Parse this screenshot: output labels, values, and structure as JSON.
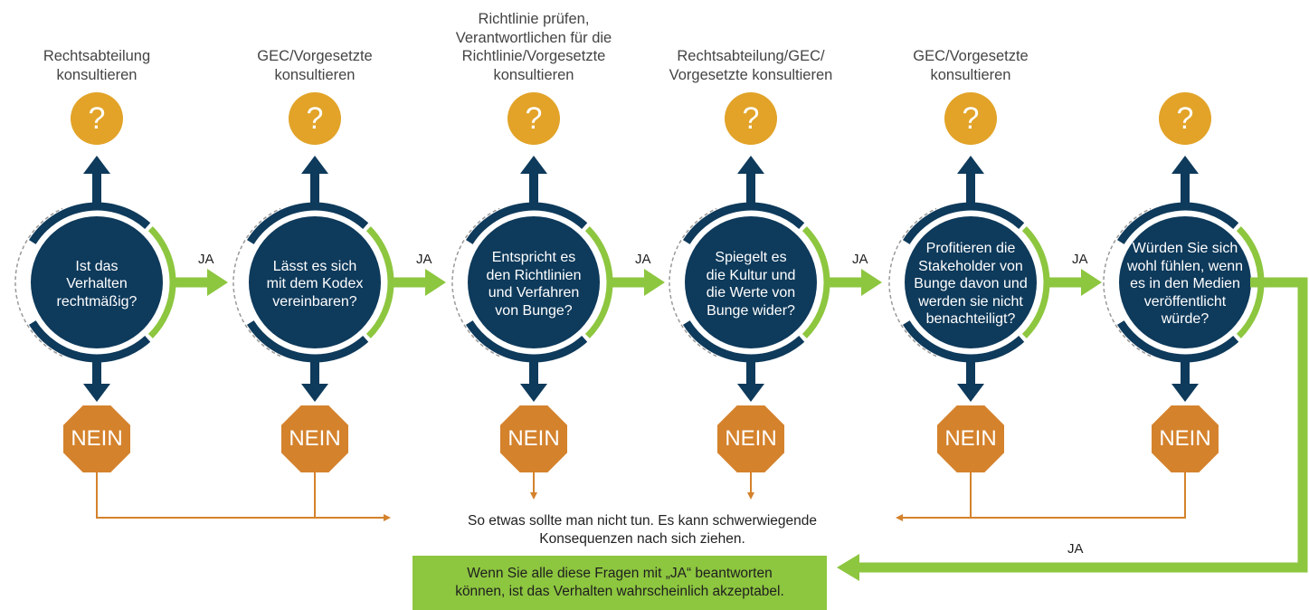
{
  "colors": {
    "navy": "#0e3a5b",
    "green": "#8dc63f",
    "gold": "#e2a328",
    "orange": "#d4822c",
    "gray": "#9a9a9a"
  },
  "steps": [
    {
      "consult": "Rechtsabteilung\nkonsultieren",
      "question": "Ist das\nVerhalten\nrechtmäßig?",
      "qmark": "?",
      "no": "NEIN",
      "yes": "JA"
    },
    {
      "consult": "GEC/Vorgesetzte\nkonsultieren",
      "question": "Lässt es sich\nmit dem Kodex\nvereinbaren?",
      "qmark": "?",
      "no": "NEIN",
      "yes": "JA"
    },
    {
      "consult": "Richtlinie prüfen,\nVerantwortlichen für die\nRichtlinie/Vorgesetzte\nkonsultieren",
      "question": "Entspricht es\nden Richtlinien\nund Verfahren\nvon Bunge?",
      "qmark": "?",
      "no": "NEIN",
      "yes": "JA"
    },
    {
      "consult": "Rechtsabteilung/GEC/\nVorgesetzte konsultieren",
      "question": "Spiegelt es\ndie Kultur und\ndie Werte von\nBunge wider?",
      "qmark": "?",
      "no": "NEIN",
      "yes": "JA"
    },
    {
      "consult": "GEC/Vorgesetzte\nkonsultieren",
      "question": "Profitieren die\nStakeholder von\nBunge davon und\nwerden sie nicht\nbenachteiligt?",
      "qmark": "?",
      "no": "NEIN",
      "yes": "JA"
    },
    {
      "consult": "",
      "question": "Würden Sie sich\nwohl fühlen, wenn\nes in den Medien\nveröffentlicht\nwürde?",
      "qmark": "?",
      "no": "NEIN",
      "yes": ""
    }
  ],
  "warning": "So etwas sollte man nicht tun. Es kann schwerwiegende\nKonsequenzen nach sich ziehen.",
  "final_yes": "JA",
  "final_box": "Wenn Sie alle diese Fragen mit „JA“ beantworten\nkönnen, ist das Verhalten wahrscheinlich akzeptabel."
}
